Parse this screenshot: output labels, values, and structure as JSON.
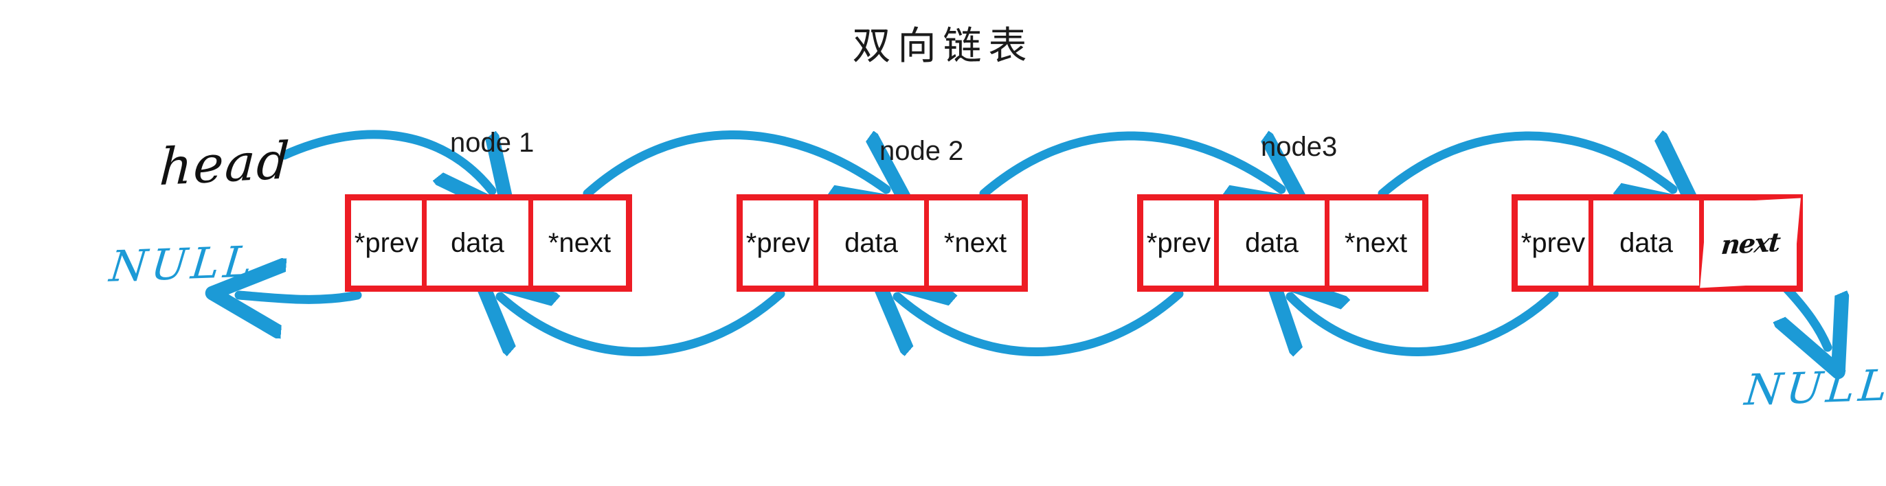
{
  "title": "双向链表",
  "colors": {
    "node_border": "#ED1C24",
    "arrow": "#1C9AD6",
    "text": "#111111",
    "background": "#FFFFFF"
  },
  "annotations": {
    "head": "head",
    "null_left": "NULL",
    "null_right": "NULL"
  },
  "nodes": [
    {
      "label": "node 1",
      "prev": "*prev",
      "data": "data",
      "next": "*next",
      "next_handwritten": false
    },
    {
      "label": "node 2",
      "prev": "*prev",
      "data": "data",
      "next": "*next",
      "next_handwritten": false
    },
    {
      "label": "node3",
      "prev": "*prev",
      "data": "data",
      "next": "*next",
      "next_handwritten": false
    },
    {
      "label": "",
      "prev": "*prev",
      "data": "data",
      "next": "next",
      "next_handwritten": true
    }
  ]
}
